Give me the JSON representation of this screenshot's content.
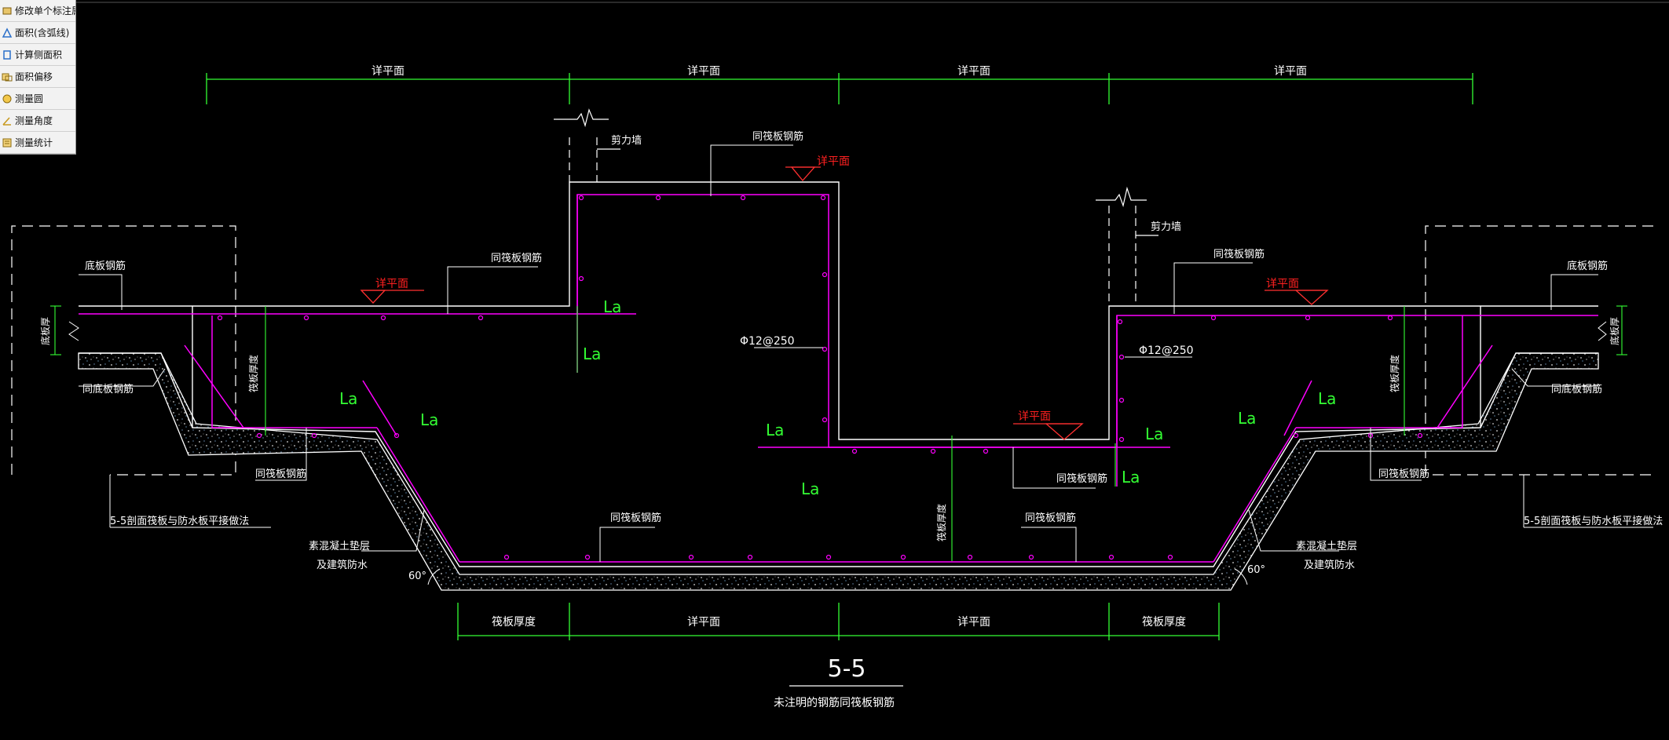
{
  "toolbar": {
    "items": [
      {
        "label": "修改单个标注属性",
        "icon": "edit-icon"
      },
      {
        "label": "面积(含弧线)",
        "icon": "area-icon"
      },
      {
        "label": "计算侧面积",
        "icon": "side-area-icon"
      },
      {
        "label": "面积偏移",
        "icon": "offset-icon"
      },
      {
        "label": "测量圆",
        "icon": "circle-measure-icon"
      },
      {
        "label": "测量角度",
        "icon": "angle-icon"
      },
      {
        "label": "测量统计",
        "icon": "statistics-icon"
      }
    ]
  },
  "drawing": {
    "top_dims": [
      "详平面",
      "详平面",
      "详平面",
      "详平面"
    ],
    "bottom_dims": [
      "筏板厚度",
      "详平面",
      "详平面",
      "筏板厚度"
    ],
    "labels": {
      "shear_wall": "剪力墙",
      "same_raft_rebar": "同筏板钢筋",
      "bottom_plate_rebar": "底板钢筋",
      "same_bottom_rebar": "同底板钢筋",
      "see_plan": "详平面",
      "rebar_spec": "Φ12@250",
      "la": "La",
      "raft_thickness": "筏板厚度",
      "plate_thickness": "底板厚",
      "cushion": "素混凝土垫层",
      "waterproof": "及建筑防水",
      "angle": "60°",
      "detail_note": "5-5剖面筏板与防水板平接做法"
    },
    "section_title": "5-5",
    "section_note": "未注明的钢筋同筏板钢筋"
  },
  "colors": {
    "background": "#000000",
    "dimension": "#33ff33",
    "outline": "#ffffff",
    "rebar": "#ff00ff",
    "see_plan": "#ff2020",
    "la_text": "#33ff33"
  }
}
